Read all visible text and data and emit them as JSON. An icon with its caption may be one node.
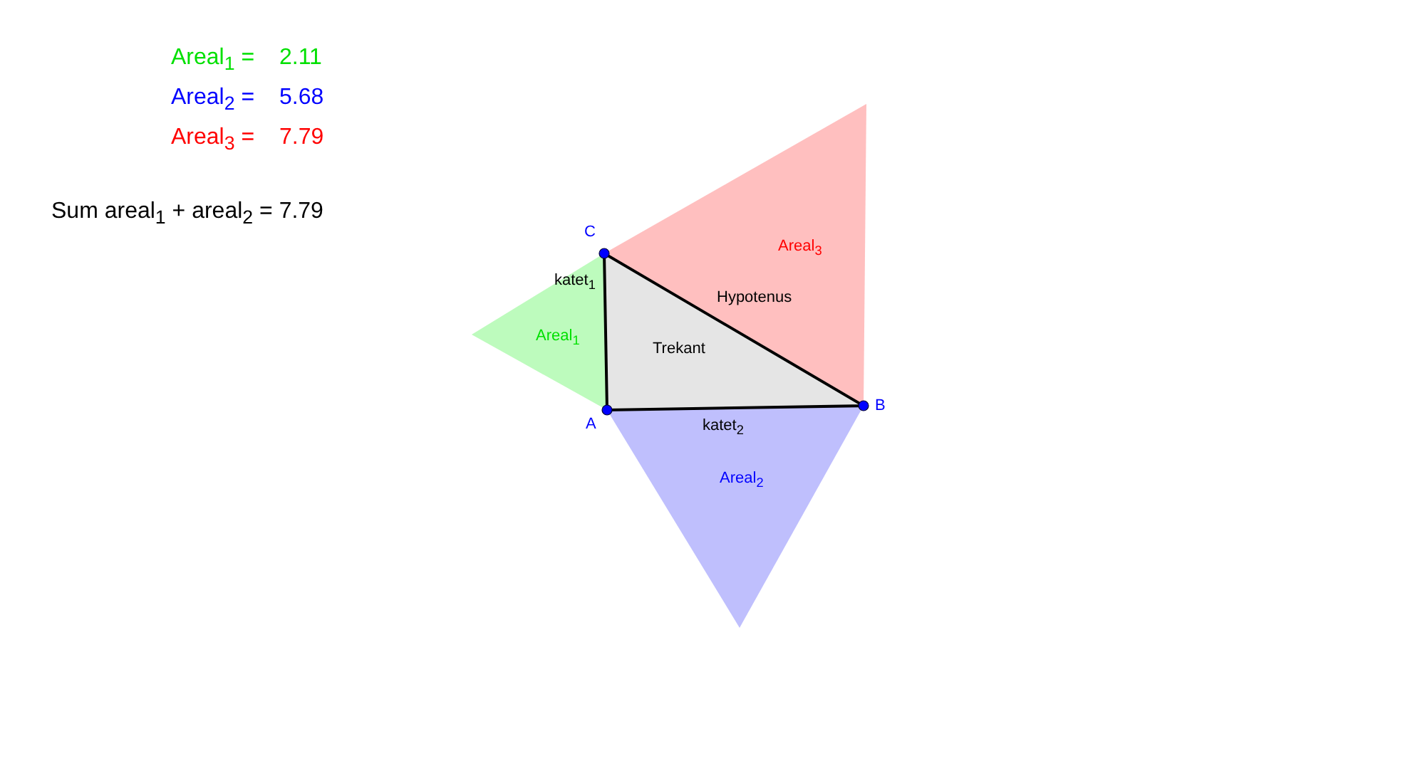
{
  "diagram": {
    "nodes": [
      {
        "text": [
          "Trekant"
        ]
      },
      {
        "text": [
          "Areal$_{1}$"
        ]
      },
      {
        "text": [
          "Areal$_{2}$"
        ]
      },
      {
        "text": [
          "Areal$_{3}$"
        ]
      }
    ],
    "labels": [
      "Areal$_{1}$ =",
      "2.11",
      "Areal$_{2}$ =",
      "5.68",
      "Areal$_{3}$ =",
      "7.79",
      "Sum areal$_{1}$ + areal$_{2}$ = 7.79",
      "C",
      "katet$_{1}$",
      "Hypotenus",
      "A",
      "katet$_{2}$",
      "B"
    ]
  }
}
